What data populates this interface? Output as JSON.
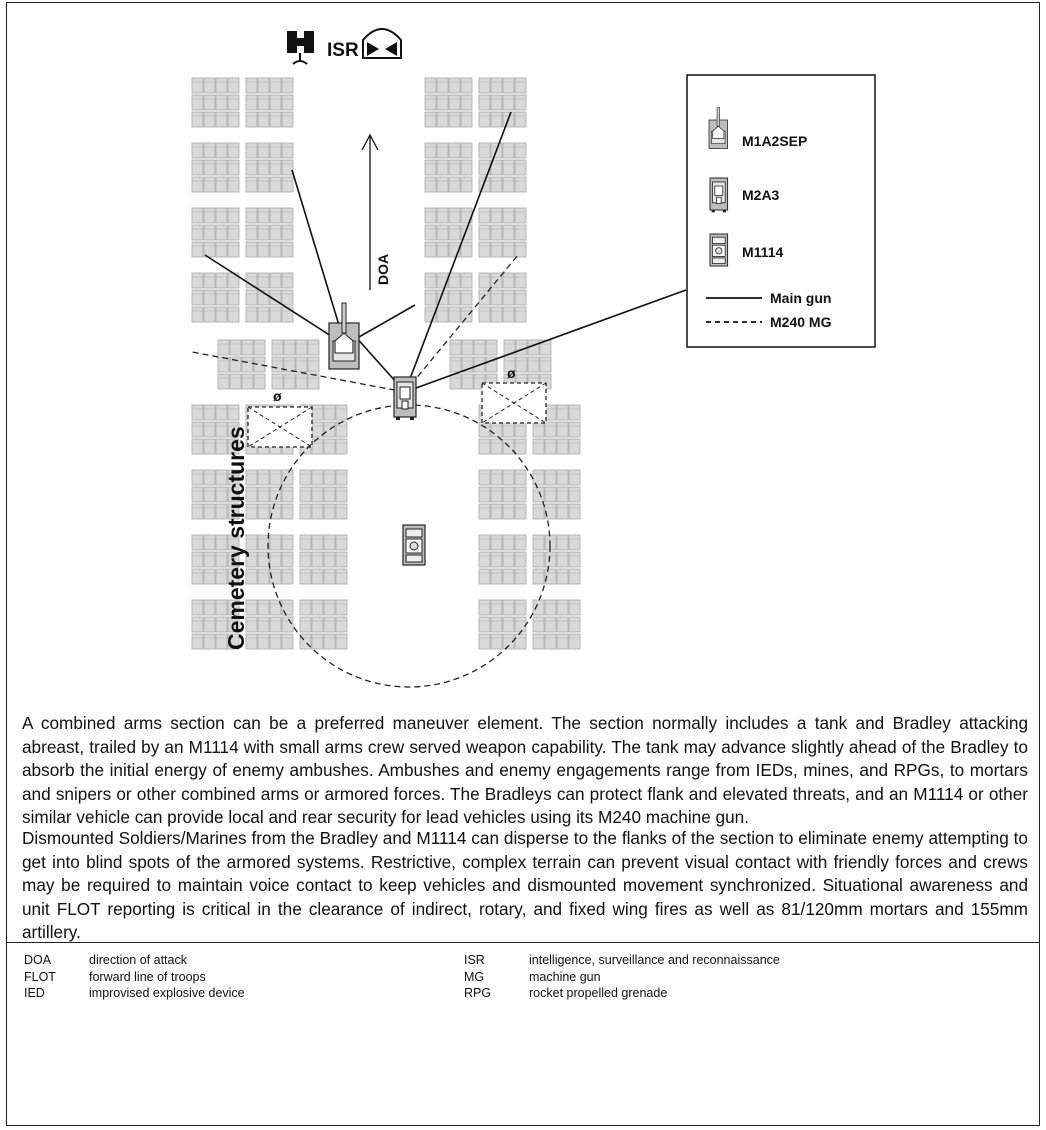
{
  "header": {
    "isr_label": "ISR"
  },
  "map": {
    "doa_label": "DOA",
    "area_label": "Cemetery structures",
    "obstacle_symbol": "ø"
  },
  "legend": {
    "items": [
      {
        "label": "M1A2SEP",
        "icon": "tank-icon"
      },
      {
        "label": "M2A3",
        "icon": "bradley-icon"
      },
      {
        "label": "M1114",
        "icon": "humvee-icon"
      }
    ],
    "lines": [
      {
        "label": "Main gun",
        "style": "solid"
      },
      {
        "label": "M240 MG",
        "style": "dashed"
      }
    ]
  },
  "text": {
    "paragraph1": "A combined arms section can  be a preferred maneuver element. The section normally includes a tank and Bradley attacking abreast, trailed by an M1114 with small arms crew served weapon capability. The tank may advance slightly ahead of the Bradley to absorb the initial energy of enemy ambushes. Ambushes and enemy engagements range from IEDs, mines, and RPGs, to mortars and snipers or other combined arms or armored forces. The Bradleys can protect flank and elevated threats, and an M1114 or other similar vehicle can provide local and rear security for lead vehicles using its M240 machine gun.",
    "paragraph2": "Dismounted Soldiers/Marines from the Bradley and M1114 can disperse to the flanks of the section to eliminate enemy attempting to get into blind spots of the armored systems. Restrictive, complex terrain can prevent visual contact with friendly forces and crews may be required to maintain voice contact to keep vehicles and dismounted movement synchronized. Situational awareness and unit FLOT reporting is critical in the clearance of indirect, rotary, and fixed wing fires as well as 81/120mm mortars and 155mm artillery."
  },
  "glossary": [
    {
      "abbr": "DOA",
      "def": "direction of attack",
      "abbr2": "ISR",
      "def2": "intelligence, surveillance and reconnaissance"
    },
    {
      "abbr": "FLOT",
      "def": "forward line of troops",
      "abbr2": "MG",
      "def2": "machine gun"
    },
    {
      "abbr": "IED",
      "def": "improvised explosive device",
      "abbr2": "RPG",
      "def2": "rocket propelled grenade"
    }
  ]
}
